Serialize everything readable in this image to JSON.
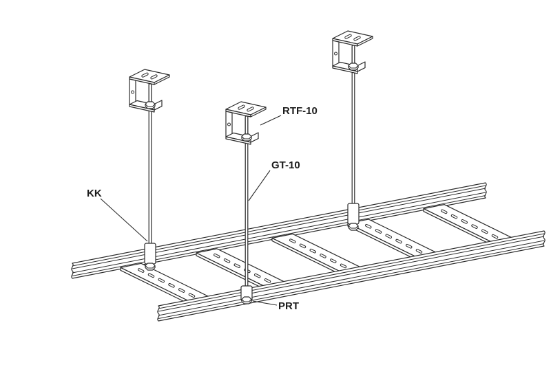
{
  "diagram": {
    "background": "#ffffff",
    "ink": "#1d1d1d",
    "line_color": "#2b2b2b",
    "labels": {
      "rtf10": "RTF-10",
      "gt10": "GT-10",
      "kk": "KK",
      "prt": "PRT"
    }
  }
}
